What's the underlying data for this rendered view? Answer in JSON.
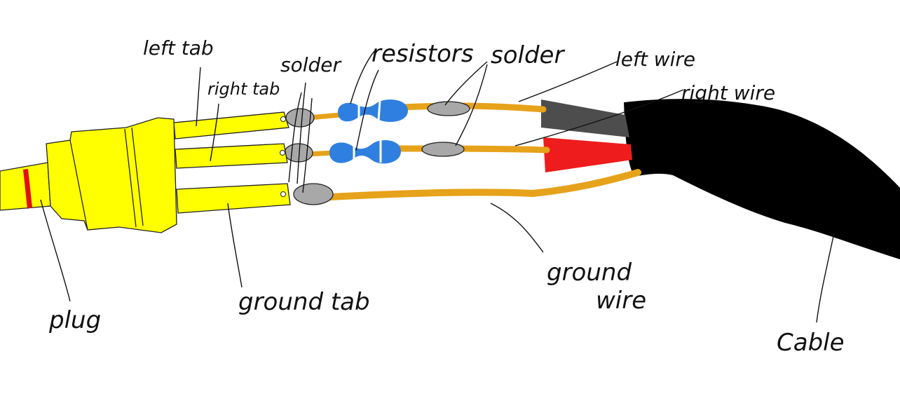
{
  "labels": {
    "left_tab": "left tab",
    "right_tab": "right tab",
    "solder_1": "solder",
    "resistors": "resistors",
    "solder_2": "solder",
    "left_wire": "left wire",
    "right_wire": "right wire",
    "plug": "plug",
    "ground_tab": "ground tab",
    "ground_wire_1": "ground",
    "ground_wire_2": "wire",
    "cable": "Cable"
  },
  "colors": {
    "plug": "#ffff00",
    "wire": "#e6a21a",
    "resistor": "#2f7fe0",
    "solder": "#a8a8a8",
    "left_wire_insulation": "#4d4d4d",
    "right_wire_insulation": "#ee1c1c",
    "cable": "#000000",
    "plug_ring": "#e01010"
  }
}
